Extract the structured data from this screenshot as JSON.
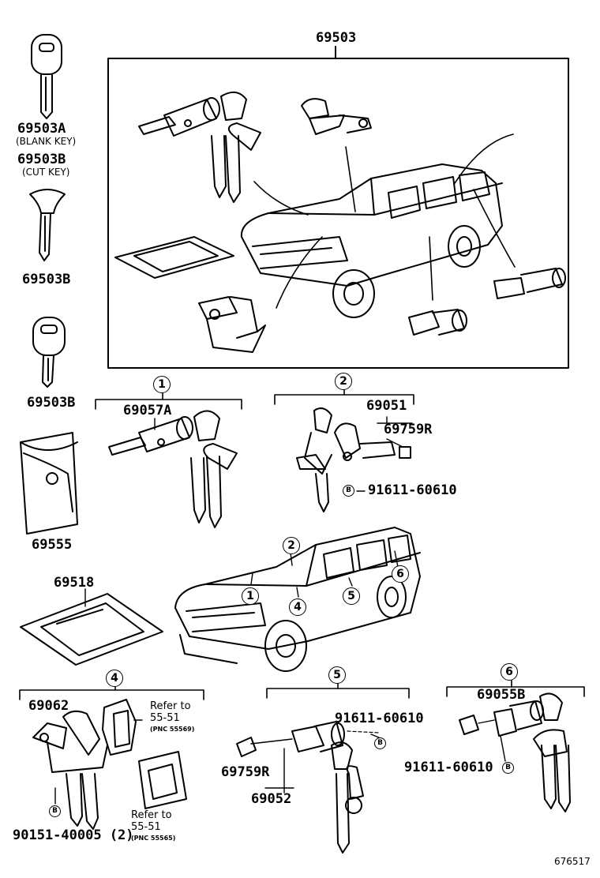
{
  "main_assembly": {
    "part": "69503"
  },
  "keys": {
    "blank_key": {
      "part": "69503A",
      "note": "(BLANK KEY)"
    },
    "cut_key": {
      "part": "69503B",
      "note": "(CUT KEY)"
    },
    "key2": {
      "part": "69503B"
    },
    "key3": {
      "part": "69503B"
    }
  },
  "parts": {
    "p69555": "69555",
    "p69518": "69518"
  },
  "groups": {
    "g1": {
      "marker": "1",
      "parts": [
        "69057A"
      ]
    },
    "g2": {
      "marker": "2",
      "parts": [
        "69051",
        "69759R",
        "91611-60610"
      ],
      "bolt": "B"
    },
    "g4": {
      "marker": "4",
      "parts": [
        "69062",
        "90151-40005 (2)"
      ],
      "bolt": "B",
      "ref1": {
        "line1": "Refer to",
        "line2": "55-51",
        "line3": "(PNC 55569)"
      },
      "ref2": {
        "line1": "Refer to",
        "line2": "55-51",
        "line3": "(PNC 55565)"
      }
    },
    "g5": {
      "marker": "5",
      "parts": [
        "91611-60610",
        "69759R",
        "69052"
      ],
      "bolt": "B"
    },
    "g6": {
      "marker": "6",
      "parts": [
        "69055B",
        "91611-60610"
      ],
      "bolt": "B"
    }
  },
  "vehicle_markers": [
    "1",
    "2",
    "4",
    "5",
    "6"
  ],
  "figure_id": "676517"
}
